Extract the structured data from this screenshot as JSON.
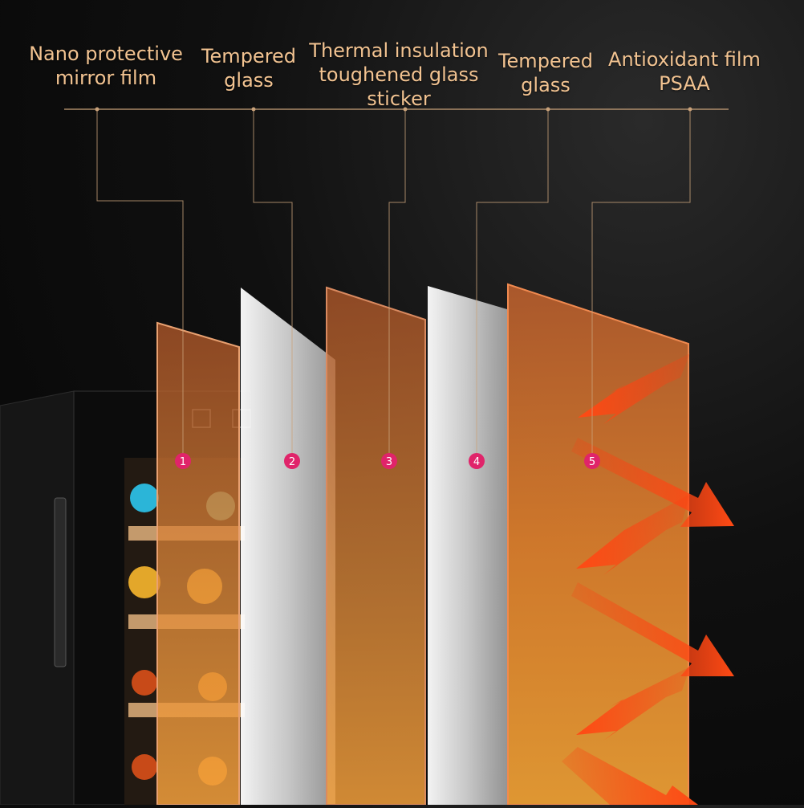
{
  "diagram": {
    "layers": [
      {
        "number": "1",
        "label_lines": [
          "Nano protective",
          "mirror film"
        ]
      },
      {
        "number": "2",
        "label_lines": [
          "Tempered",
          "glass"
        ]
      },
      {
        "number": "3",
        "label_lines": [
          "Thermal insulation",
          "toughened glass",
          "sticker"
        ]
      },
      {
        "number": "4",
        "label_lines": [
          "Tempered",
          "glass"
        ]
      },
      {
        "number": "5",
        "label_lines": [
          "Antioxidant film",
          "PSAA"
        ]
      }
    ],
    "colors": {
      "label_text": "#f2c391",
      "leader_line": "#c9a27a",
      "marker": "#e0246a",
      "arrow": "#ff4a14",
      "orange_panel": "#d5722f",
      "white_panel": "#eeeeee"
    }
  }
}
